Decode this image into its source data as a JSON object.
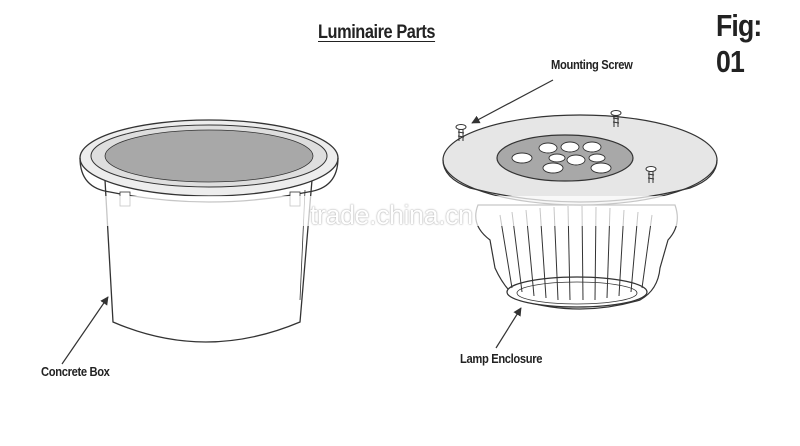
{
  "title": "Luminaire Parts",
  "figure_label": "Fig: 01",
  "callouts": {
    "mounting_screw": "Mounting Screw",
    "concrete_box": "Concrete Box",
    "lamp_enclosure": "Lamp Enclosure"
  },
  "watermark": "trade.china.cn",
  "colors": {
    "line": "#333333",
    "face_plate": "#e6e6e6",
    "lens_panel": "#a8a8a8",
    "lamp_window": "#ffffff"
  }
}
